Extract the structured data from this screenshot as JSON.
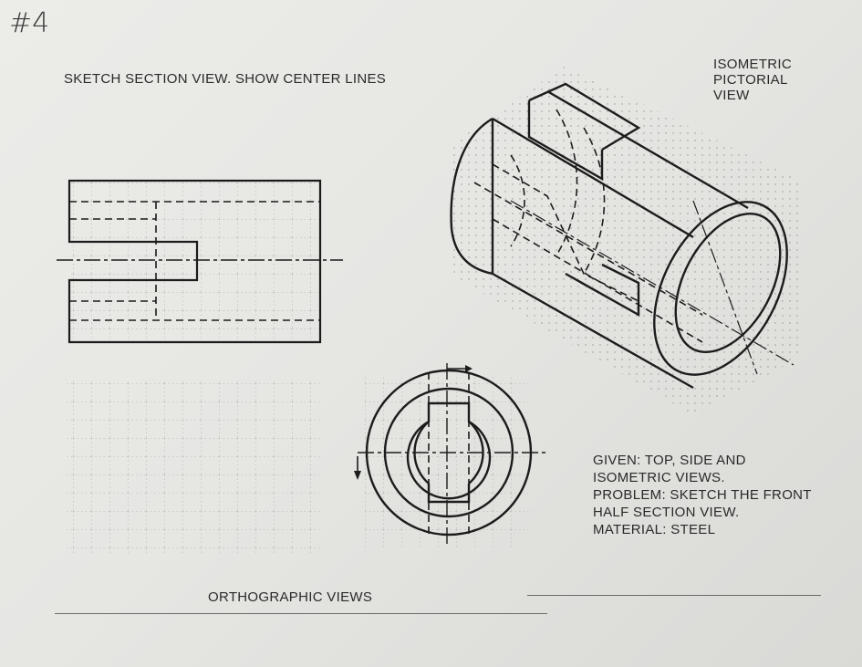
{
  "page_number": "#4",
  "instruction": "SKETCH SECTION VIEW. SHOW CENTER LINES",
  "iso_label": [
    "ISOMETRIC",
    "PICTORIAL",
    "VIEW"
  ],
  "problem_text": [
    "GIVEN: TOP, SIDE AND",
    "ISOMETRIC VIEWS.",
    "PROBLEM: SKETCH THE FRONT",
    "HALF SECTION VIEW.",
    "MATERIAL: STEEL"
  ],
  "ortho_label": "ORTHOGRAPHIC VIEWS",
  "colors": {
    "ink": "#1c1c1c",
    "grid": "#9a9a9a",
    "paper": "#e8e8e5"
  }
}
